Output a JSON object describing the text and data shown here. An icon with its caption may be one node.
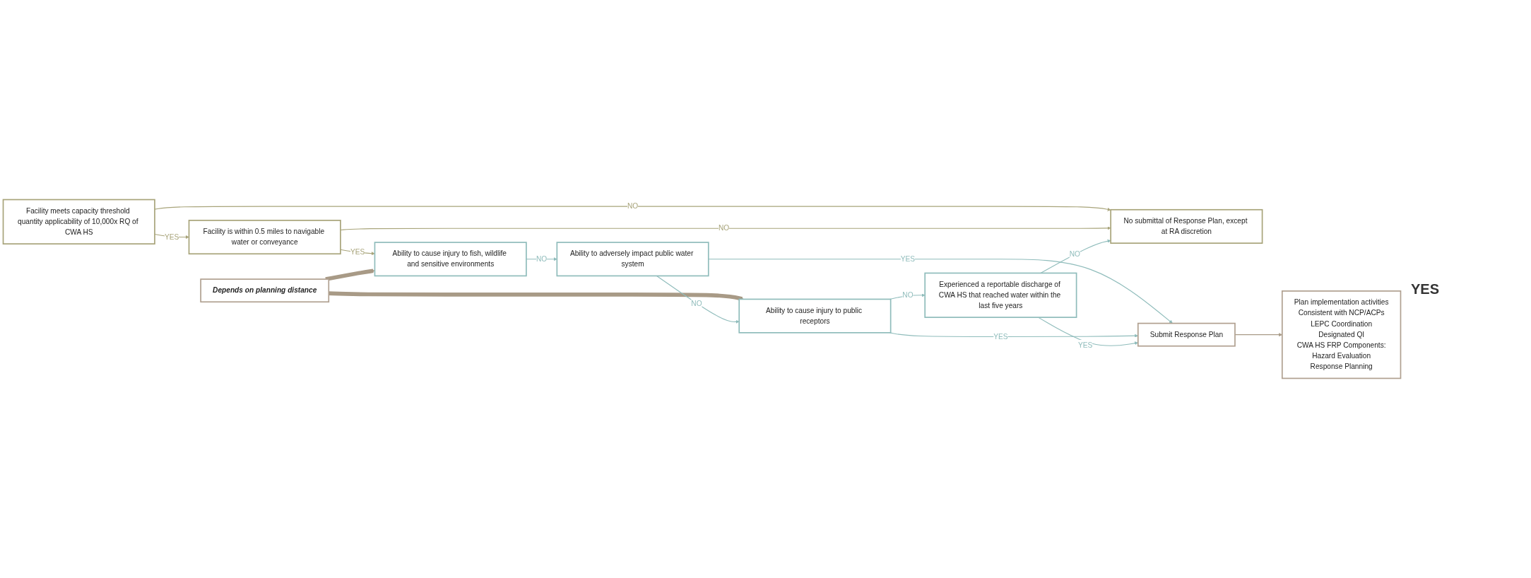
{
  "diagram": {
    "nodes": [
      {
        "text": [
          "Facility meets capacity threshold quantity applicability of 10,000x RQ of CWA HS"
        ]
      },
      {
        "text": [
          "Facility is within 0.5 miles to navigable water or conveyance"
        ]
      },
      {
        "text": [
          "Depends on planning distance"
        ]
      },
      {
        "text": [
          "Ability to cause injury to fish, wildlife and sensitive environments"
        ]
      },
      {
        "text": [
          "Ability to adversely impact public water system"
        ]
      },
      {
        "text": [
          "Ability to cause injury to public receptors"
        ]
      },
      {
        "text": [
          "Experienced a reportable discharge of CWA HS that reached water within the last five years"
        ]
      },
      {
        "text": [
          "No submittal of Response Plan, except at RA discretion"
        ]
      },
      {
        "text": [
          "Submit Response Plan"
        ]
      },
      {
        "text": [
          "Plan implementation activities",
          "Consistent with NCP/ACPs",
          "LEPC Coordination",
          "Designated QI",
          "CWA HS FRP Components:",
          "Hazard Evaluation",
          "Response Planning"
        ]
      }
    ],
    "edges": [
      {
        "from": 0,
        "to": 1,
        "arrow": "to",
        "label": "YES",
        "color": "#a8a47a"
      },
      {
        "from": 0,
        "to": 7,
        "arrow": "to",
        "label": "NO",
        "color": "#a8a47a"
      },
      {
        "from": 1,
        "to": 3,
        "arrow": "to",
        "label": "YES",
        "color": "#a8a47a"
      },
      {
        "from": 1,
        "to": 7,
        "arrow": "to",
        "label": "NO",
        "color": "#a8a47a"
      },
      {
        "from": 2,
        "to": 3,
        "arrow": "to",
        "style": "thick",
        "color": "#a89a86"
      },
      {
        "from": 2,
        "to": 5,
        "arrow": "to",
        "style": "thick",
        "color": "#a89a86"
      },
      {
        "from": 3,
        "to": 4,
        "arrow": "to",
        "label": "NO"
      },
      {
        "from": 4,
        "to": 5,
        "arrow": "to",
        "label": "NO"
      },
      {
        "from": 5,
        "to": 6,
        "arrow": "to",
        "label": "NO"
      },
      {
        "from": 6,
        "to": 7,
        "arrow": "to",
        "label": "NO"
      },
      {
        "from": 4,
        "to": 8,
        "arrow": "to",
        "label": "YES"
      },
      {
        "from": 5,
        "to": 8,
        "arrow": "to",
        "label": "YES"
      },
      {
        "from": 6,
        "to": 8,
        "arrow": "to",
        "label": "YES"
      },
      {
        "from": 8,
        "to": 9,
        "arrow": "to",
        "color": "#a89a86"
      }
    ],
    "labels": [
      "YES"
    ]
  }
}
